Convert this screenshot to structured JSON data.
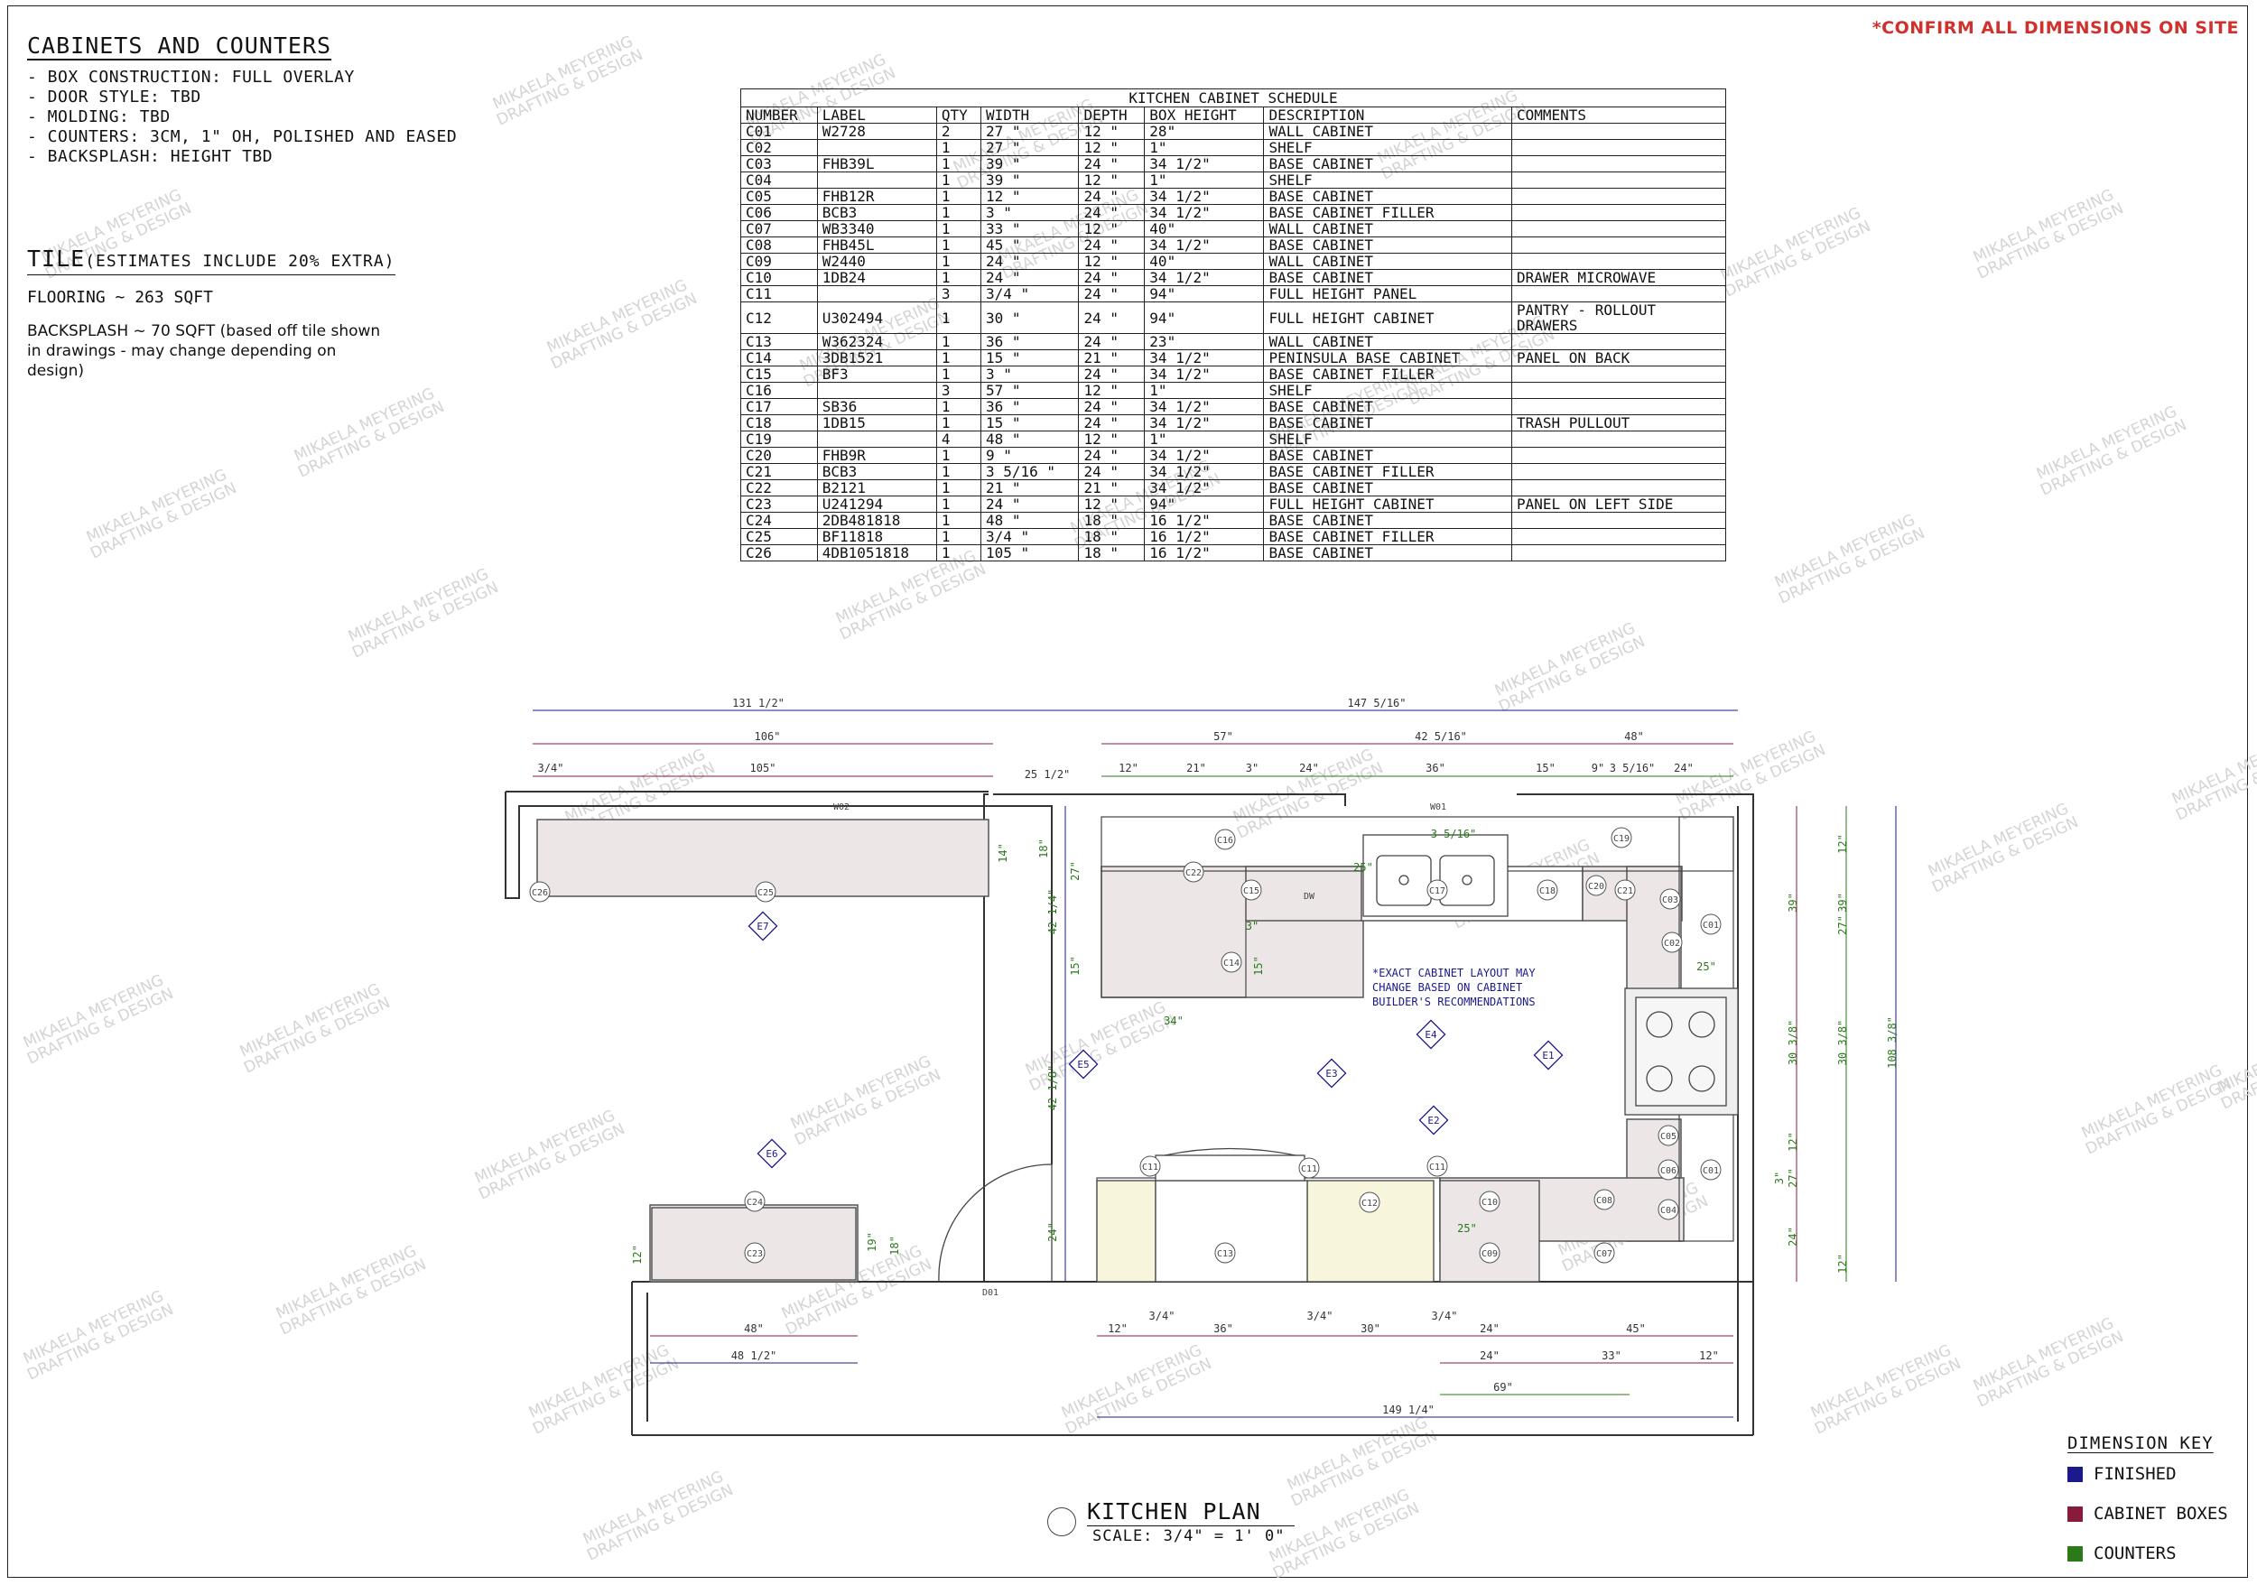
{
  "notes": {
    "title": "CABINETS AND COUNTERS",
    "lines": [
      "- BOX CONSTRUCTION: FULL OVERLAY",
      "- DOOR STYLE: TBD",
      "- MOLDING: TBD",
      "- COUNTERS: 3CM, 1\" OH, POLISHED AND EASED",
      "- BACKSPLASH: HEIGHT TBD"
    ]
  },
  "tile": {
    "title": "TILE",
    "subtitle": "(ESTIMATES INCLUDE 20% EXTRA)",
    "flooring": "FLOORING ~ 263 SQFT",
    "backsplash": "BACKSPLASH ~ 70 SQFT (based off tile shown in drawings - may change depending on design)"
  },
  "confirm_note": "*CONFIRM ALL DIMENSIONS ON SITE",
  "schedule": {
    "title": "KITCHEN CABINET SCHEDULE",
    "headers": [
      "NUMBER",
      "LABEL",
      "QTY",
      "WIDTH",
      "DEPTH",
      "BOX HEIGHT",
      "DESCRIPTION",
      "COMMENTS"
    ],
    "rows": [
      [
        "C01",
        "W2728",
        "2",
        "27 \"",
        "12 \"",
        "28\"",
        "WALL CABINET",
        ""
      ],
      [
        "C02",
        "",
        "1",
        "27 \"",
        "12 \"",
        "1\"",
        "SHELF",
        ""
      ],
      [
        "C03",
        "FHB39L",
        "1",
        "39 \"",
        "24 \"",
        "34 1/2\"",
        "BASE CABINET",
        ""
      ],
      [
        "C04",
        "",
        "1",
        "39 \"",
        "12 \"",
        "1\"",
        "SHELF",
        ""
      ],
      [
        "C05",
        "FHB12R",
        "1",
        "12 \"",
        "24 \"",
        "34 1/2\"",
        "BASE CABINET",
        ""
      ],
      [
        "C06",
        "BCB3",
        "1",
        "3 \"",
        "24 \"",
        "34 1/2\"",
        "BASE CABINET FILLER",
        ""
      ],
      [
        "C07",
        "WB3340",
        "1",
        "33 \"",
        "12 \"",
        "40\"",
        "WALL CABINET",
        ""
      ],
      [
        "C08",
        "FHB45L",
        "1",
        "45 \"",
        "24 \"",
        "34 1/2\"",
        "BASE CABINET",
        ""
      ],
      [
        "C09",
        "W2440",
        "1",
        "24 \"",
        "12 \"",
        "40\"",
        "WALL CABINET",
        ""
      ],
      [
        "C10",
        "1DB24",
        "1",
        "24 \"",
        "24 \"",
        "34 1/2\"",
        "BASE CABINET",
        "DRAWER MICROWAVE"
      ],
      [
        "C11",
        "",
        "3",
        "3/4 \"",
        "24 \"",
        "94\"",
        "FULL HEIGHT PANEL",
        ""
      ],
      [
        "C12",
        "U302494",
        "1",
        "30 \"",
        "24 \"",
        "94\"",
        "FULL HEIGHT CABINET",
        "PANTRY - ROLLOUT DRAWERS"
      ],
      [
        "C13",
        "W362324",
        "1",
        "36 \"",
        "24 \"",
        "23\"",
        "WALL CABINET",
        ""
      ],
      [
        "C14",
        "3DB1521",
        "1",
        "15 \"",
        "21 \"",
        "34 1/2\"",
        "PENINSULA BASE CABINET",
        "PANEL ON BACK"
      ],
      [
        "C15",
        "BF3",
        "1",
        "3 \"",
        "24 \"",
        "34 1/2\"",
        "BASE CABINET FILLER",
        ""
      ],
      [
        "C16",
        "",
        "3",
        "57 \"",
        "12 \"",
        "1\"",
        "SHELF",
        ""
      ],
      [
        "C17",
        "SB36",
        "1",
        "36 \"",
        "24 \"",
        "34 1/2\"",
        "BASE CABINET",
        ""
      ],
      [
        "C18",
        "1DB15",
        "1",
        "15 \"",
        "24 \"",
        "34 1/2\"",
        "BASE CABINET",
        "TRASH PULLOUT"
      ],
      [
        "C19",
        "",
        "4",
        "48 \"",
        "12 \"",
        "1\"",
        "SHELF",
        ""
      ],
      [
        "C20",
        "FHB9R",
        "1",
        "9 \"",
        "24 \"",
        "34 1/2\"",
        "BASE CABINET",
        ""
      ],
      [
        "C21",
        "BCB3",
        "1",
        "3 5/16 \"",
        "24 \"",
        "34 1/2\"",
        "BASE CABINET FILLER",
        ""
      ],
      [
        "C22",
        "B2121",
        "1",
        "21 \"",
        "21 \"",
        "34 1/2\"",
        "BASE CABINET",
        ""
      ],
      [
        "C23",
        "U241294",
        "1",
        "24 \"",
        "12 \"",
        "94\"",
        "FULL HEIGHT CABINET",
        "PANEL ON LEFT SIDE"
      ],
      [
        "C24",
        "2DB481818",
        "1",
        "48 \"",
        "18 \"",
        "16 1/2\"",
        "BASE CABINET",
        ""
      ],
      [
        "C25",
        "BF11818",
        "1",
        "3/4 \"",
        "18 \"",
        "16 1/2\"",
        "BASE CABINET FILLER",
        ""
      ],
      [
        "C26",
        "4DB1051818",
        "1",
        "105 \"",
        "18 \"",
        "16 1/2\"",
        "BASE CABINET",
        ""
      ]
    ]
  },
  "plan": {
    "title": "KITCHEN PLAN",
    "scale": "SCALE: 3/4\" = 1' 0\"",
    "note": [
      "*EXACT CABINET LAYOUT MAY",
      "CHANGE BASED ON CABINET",
      "BUILDER'S RECOMMENDATIONS"
    ],
    "dims_top": [
      "131 1/2\"",
      "147 5/16\"",
      "106\"",
      "57\"",
      "42 5/16\"",
      "48\"",
      "3/4\"",
      "105\"",
      "25 1/2\"",
      "12\"",
      "21\"",
      "3\"",
      "24\"",
      "36\"",
      "15\"",
      "9\"",
      "3 5/16\"",
      "24\""
    ],
    "dims_bottom": [
      "48\"",
      "48 1/2\"",
      "12\"",
      "3/4\"",
      "36\"",
      "3/4\"",
      "30\"",
      "3/4\"",
      "24\"",
      "45\"",
      "24\"",
      "33\"",
      "12\"",
      "69\"",
      "149 1/4\""
    ],
    "dims_right": [
      "12\"",
      "39\"",
      "27\"",
      "30 3/8\"",
      "30 3/8\"",
      "108 3/8\"",
      "12\"",
      "27\"",
      "24\"",
      "12\"",
      "39\"",
      "3\""
    ],
    "dims_left": [
      "42 1/4\"",
      "42 1/8\"",
      "27\"",
      "15\"",
      "15\"",
      "34\"",
      "24\"",
      "18\"",
      "19\"",
      "12\"",
      "18\"",
      "14\"",
      "3\"",
      "25\"",
      "25\"",
      "3 5/16\"",
      "25\""
    ],
    "cabinet_tags": [
      "C26",
      "C25",
      "C16",
      "C22",
      "C15",
      "C14",
      "C17",
      "C18",
      "C20",
      "C21",
      "C03",
      "C02",
      "C01",
      "C19",
      "C24",
      "C23",
      "C13",
      "C11",
      "C11",
      "C12",
      "C11",
      "C10",
      "C09",
      "C08",
      "C07",
      "C06",
      "C05",
      "C04",
      "C01"
    ],
    "elevations": [
      "E1",
      "E2",
      "E3",
      "E4",
      "E5",
      "E6",
      "E7"
    ],
    "other_tags": [
      "W01",
      "W02",
      "D01",
      "DW"
    ]
  },
  "dimension_key": {
    "title": "DIMENSION KEY",
    "items": [
      {
        "label": "FINISHED",
        "color": "#1a1a8c"
      },
      {
        "label": "CABINET BOXES",
        "color": "#8a1a3c"
      },
      {
        "label": "COUNTERS",
        "color": "#2a7a1a"
      }
    ]
  },
  "watermark": {
    "line1": "MIKAELA MEYERING",
    "line2": "DRAFTING & DESIGN"
  }
}
